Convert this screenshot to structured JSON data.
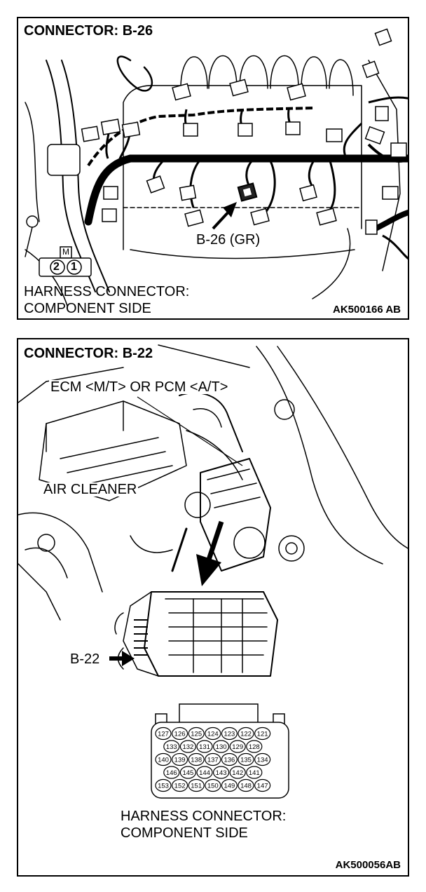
{
  "top_panel": {
    "title": "CONNECTOR: B-26",
    "connector_callout": "B-26 (GR)",
    "harness_label_line1": "HARNESS CONNECTOR:",
    "harness_label_line2": "COMPONENT SIDE",
    "figure_code": "AK500166 AB",
    "small_connector": {
      "key_label": "M",
      "pins": [
        "2",
        "1"
      ]
    }
  },
  "bottom_panel": {
    "title": "CONNECTOR: B-22",
    "module_callout": "ECM <M/T> OR PCM <A/T>",
    "air_cleaner_label": "AIR CLEANER",
    "connector_callout": "B-22",
    "harness_label_line1": "HARNESS CONNECTOR:",
    "harness_label_line2": "COMPONENT SIDE",
    "figure_code": "AK500056AB",
    "pin_rows": [
      [
        "127",
        "126",
        "125",
        "124",
        "123",
        "122",
        "121"
      ],
      [
        "133",
        "132",
        "131",
        "130",
        "129",
        "128"
      ],
      [
        "140",
        "139",
        "138",
        "137",
        "136",
        "135",
        "134"
      ],
      [
        "146",
        "145",
        "144",
        "143",
        "142",
        "141"
      ],
      [
        "153",
        "152",
        "151",
        "150",
        "149",
        "148",
        "147"
      ]
    ]
  }
}
